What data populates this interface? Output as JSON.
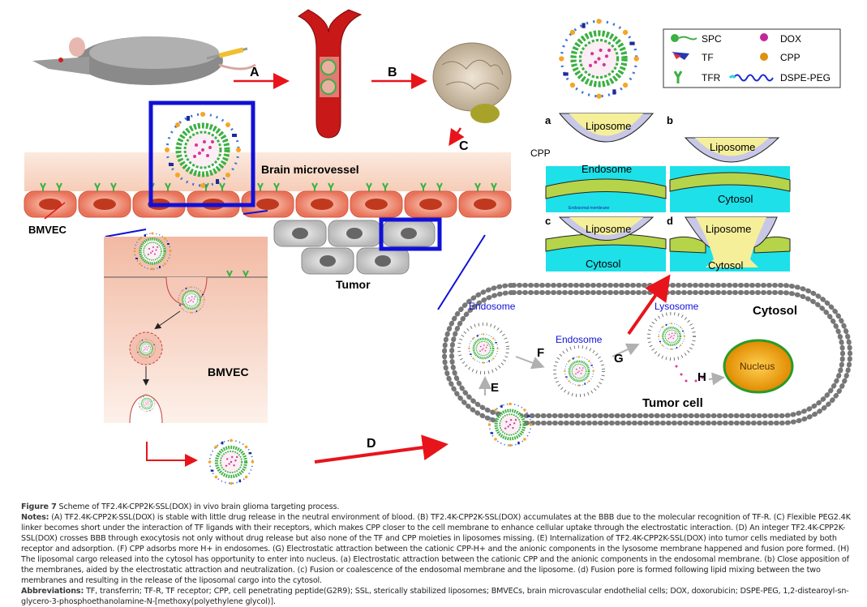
{
  "figure": {
    "labels": {
      "A": "A",
      "B": "B",
      "C": "C",
      "D": "D",
      "E": "E",
      "F": "F",
      "G": "G",
      "H": "H",
      "brain_microvessel": "Brain microvessel",
      "bmvec_left": "BMVEC",
      "bmvec_inset": "BMVEC",
      "tumor": "Tumor",
      "endosome_1": "Endosome",
      "endosome_2": "Endosome",
      "lysosome": "Lysosome",
      "cytosol": "Cytosol",
      "nucleus": "Nucleus",
      "tumor_cell": "Tumor cell"
    },
    "legend": {
      "spc": "SPC",
      "dox": "DOX",
      "tf": "TF",
      "cpp": "CPP",
      "tfr": "TFR",
      "dspe_peg": "DSPE-PEG"
    },
    "panels": {
      "a": {
        "letter": "a",
        "liposome": "Liposome",
        "endosome": "Endosome",
        "cpp": "CPP",
        "membrane": "Endosomal membrane"
      },
      "b": {
        "letter": "b",
        "liposome": "Liposome",
        "cytosol": "Cytosol"
      },
      "c": {
        "letter": "c",
        "liposome": "Liposome",
        "cytosol": "Cytosol"
      },
      "d": {
        "letter": "d",
        "liposome": "Liposome",
        "cytosol": "Cytosol"
      }
    },
    "colors": {
      "arrow_red": "#e8141b",
      "box_blue": "#1010d8",
      "liposome_green": "#3cb043",
      "cytosol_cyan": "#1ee0e8",
      "nucleus_orange": "#f0a000"
    }
  },
  "caption": {
    "figure_label": "Figure 7",
    "title": "Scheme of TF2.4K-CPP2K-SSL(DOX) in vivo brain glioma targeting process.",
    "notes_label": "Notes:",
    "notes": "(A) TF2.4K-CPP2K-SSL(DOX) is stable with little drug release in the neutral environment of blood. (B) TF2.4K-CPP2K-SSL(DOX) accumulates at the BBB due to the molecular recognition of TF-R. (C) Flexible PEG2.4K linker becomes short under the interaction of TF ligands with their receptors, which makes CPP closer to the cell membrane to enhance cellular uptake through the electrostatic interaction. (D) An integer TF2.4K-CPP2K-SSL(DOX) crosses BBB through exocytosis not only without drug release but also none of the TF and CPP moieties in liposomes missing. (E) Internalization of TF2.4K-CPP2K-SSL(DOX) into tumor cells mediated by both receptor and adsorption. (F) CPP adsorbs more H+ in endosomes. (G) Electrostatic attraction between the cationic CPP-H+ and the anionic components in the lysosome membrane happened and fusion pore formed. (H) The liposomal cargo released into the cytosol has opportunity to enter into nucleus. (a) Electrostatic attraction between the cationic CPP and the anionic components in the endosomal membrane. (b) Close apposition of the membranes, aided by the electrostatic attraction and neutralization. (c) Fusion or coalescence of the endosomal membrane and the liposome. (d) Fusion pore is formed following lipid mixing between the two membranes and resulting in the release of the liposomal cargo into the cytosol.",
    "abbreviations_label": "Abbreviations:",
    "abbreviations": "TF, transferrin; TF-R, TF receptor; CPP, cell penetrating peptide(G2R9); SSL, sterically stabilized liposomes; BMVECs, brain microvascular endothelial cells; DOX, doxorubicin; DSPE-PEG, 1,2-distearoyl-sn-glycero-3-phosphoethanolamine-N-[methoxy(polyethylene glycol)]."
  }
}
